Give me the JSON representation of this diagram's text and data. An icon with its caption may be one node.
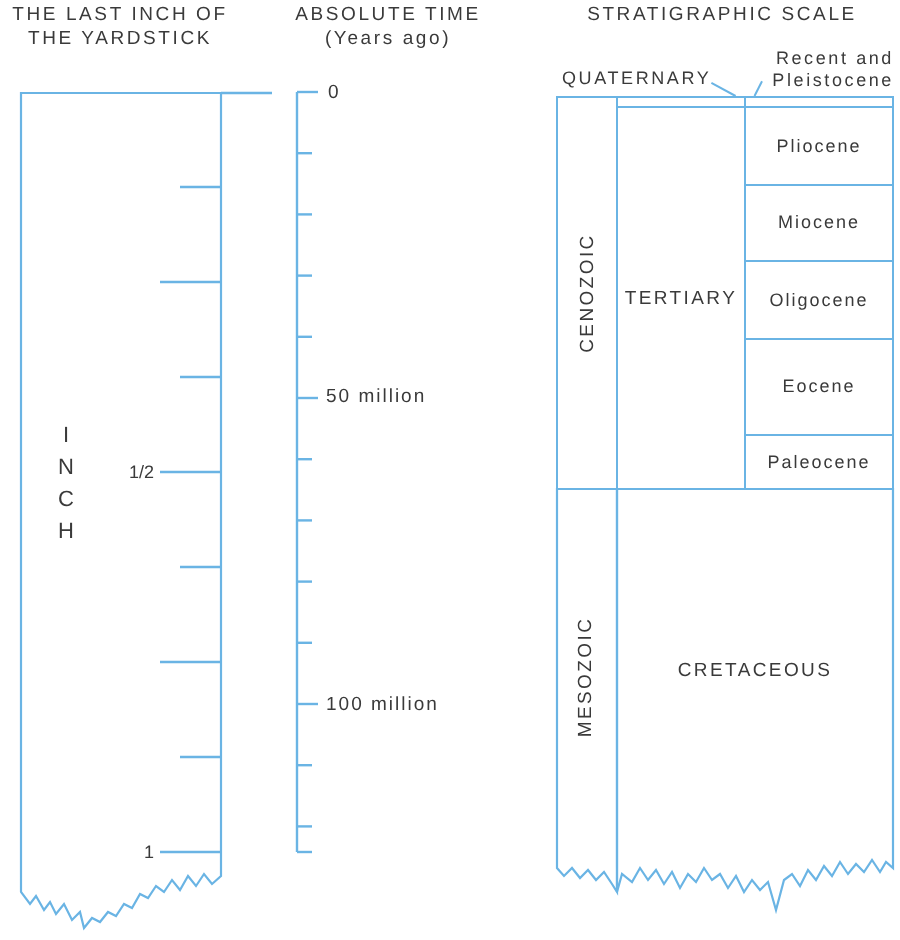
{
  "diagram": {
    "nodes": [
      {
        "text": [
          "INCH",
          "1/2",
          "1"
        ]
      },
      {
        "text": [
          "QUATERNARY"
        ]
      },
      {
        "text": [
          "Recent and Pleistocene"
        ]
      },
      {
        "text": [],
        "shape": "bar"
      },
      {
        "text": [],
        "shape": "bar"
      },
      {
        "text": [
          "CENOZOIC"
        ]
      },
      {
        "text": [
          "TERTIARY"
        ]
      },
      {
        "text": [
          "Pliocene"
        ]
      },
      {
        "text": [
          "Miocene"
        ]
      },
      {
        "text": [
          "Oligocene"
        ]
      },
      {
        "text": [
          "Eocene"
        ]
      },
      {
        "text": [
          "Paleocene"
        ]
      },
      {
        "text": [
          "MESOZOIC"
        ]
      },
      {
        "text": [
          "CRETACEOUS"
        ]
      }
    ],
    "edges": [
      {
        "from": 1,
        "to": 3,
        "arrow": "none"
      },
      {
        "from": 2,
        "to": 4,
        "arrow": "none"
      }
    ],
    "labels": [
      "THE LAST INCH OF THE YARDSTICK",
      "ABSOLUTE TIME (Years ago)",
      "STRATIGRAPHIC SCALE",
      "0",
      "50 million",
      "100 million"
    ]
  }
}
